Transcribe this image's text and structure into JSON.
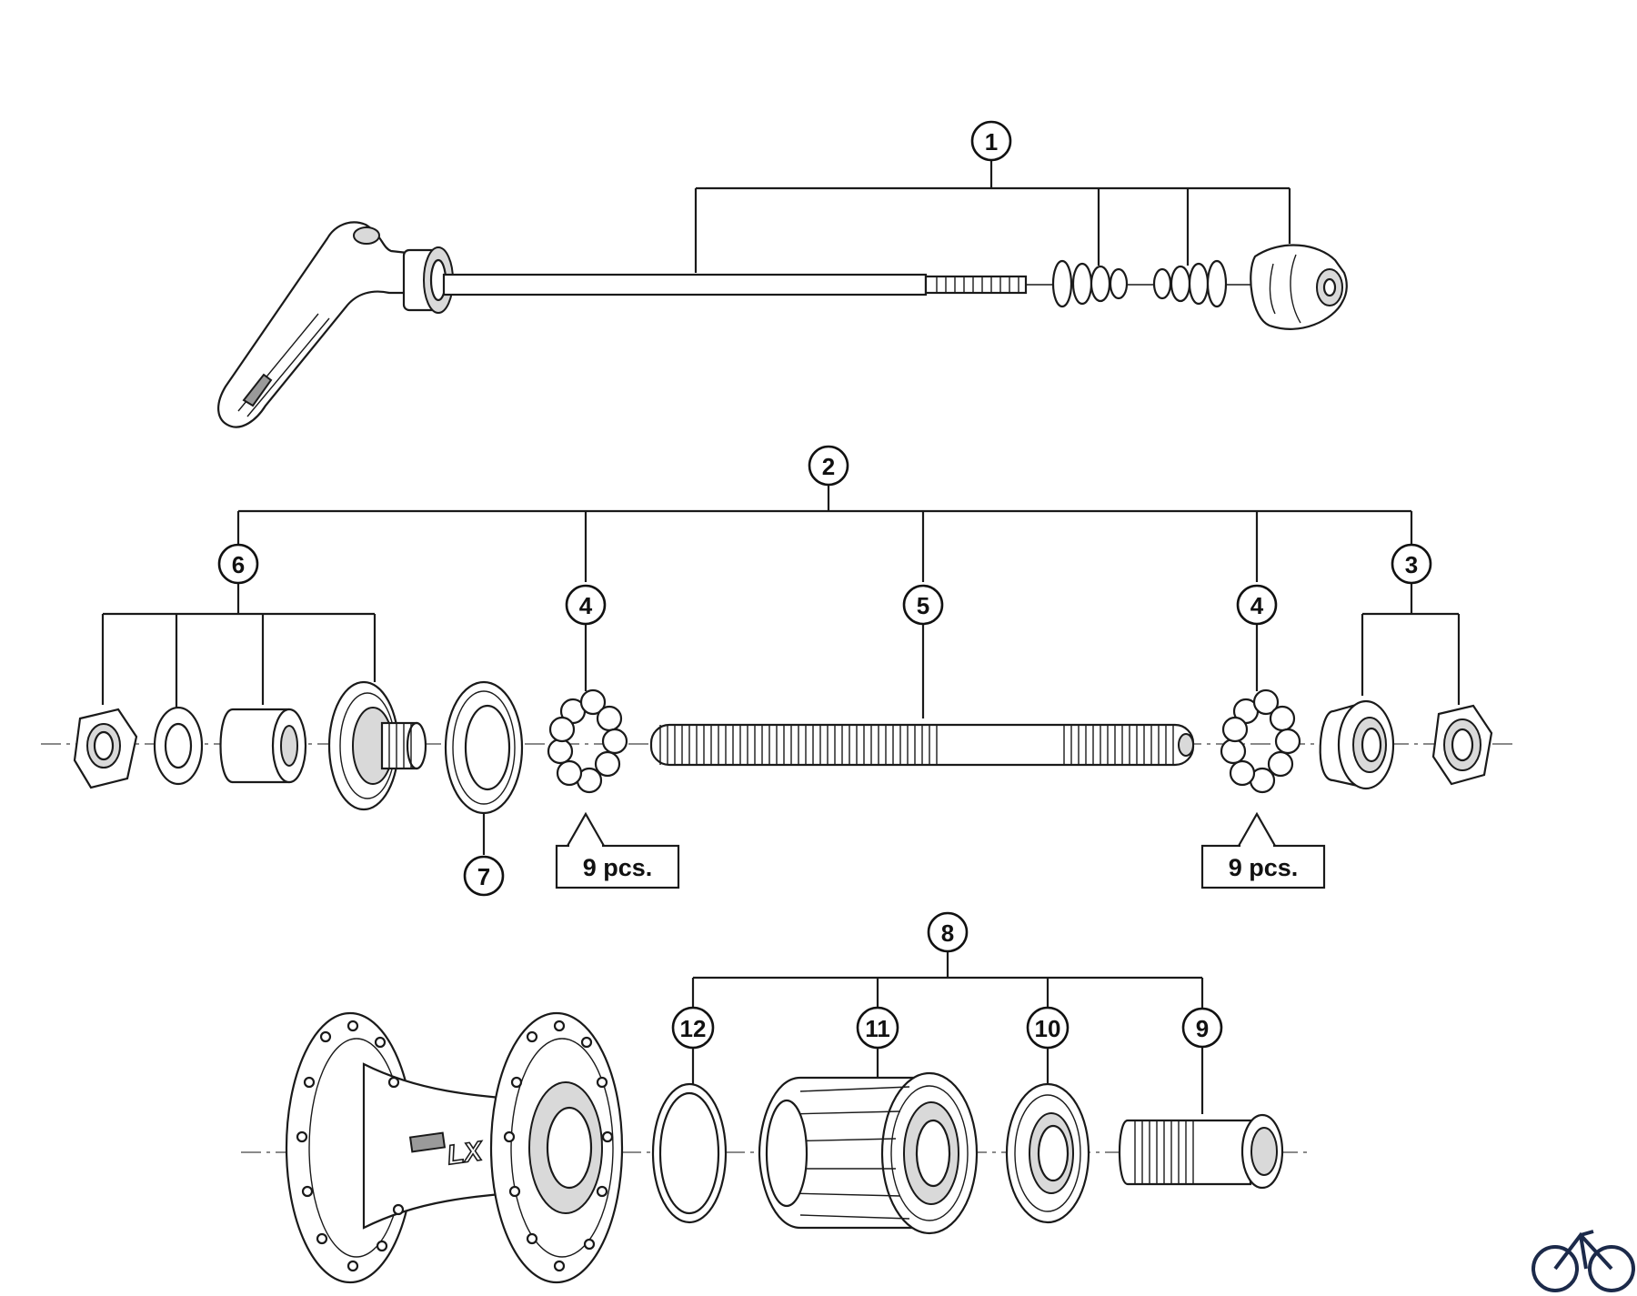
{
  "callouts": [
    {
      "id": "c1",
      "label": "1"
    },
    {
      "id": "c2",
      "label": "2"
    },
    {
      "id": "c3",
      "label": "3"
    },
    {
      "id": "c4a",
      "label": "4"
    },
    {
      "id": "c4b",
      "label": "4"
    },
    {
      "id": "c5",
      "label": "5"
    },
    {
      "id": "c6",
      "label": "6"
    },
    {
      "id": "c7",
      "label": "7"
    },
    {
      "id": "c8",
      "label": "8"
    },
    {
      "id": "c9",
      "label": "9"
    },
    {
      "id": "c10",
      "label": "10"
    },
    {
      "id": "c11",
      "label": "11"
    },
    {
      "id": "c12",
      "label": "12"
    }
  ],
  "quantities": {
    "left_balls": "9 pcs.",
    "right_balls": "9 pcs."
  },
  "hub_brand": {
    "model": "LX"
  },
  "colors": {
    "line": "#1a1a1a",
    "logo": "#1c2a4a",
    "fill_light": "#d9d9d9",
    "fill_dark": "#9a9a9a"
  },
  "icons": {
    "corner_logo": "bicycle-icon"
  }
}
